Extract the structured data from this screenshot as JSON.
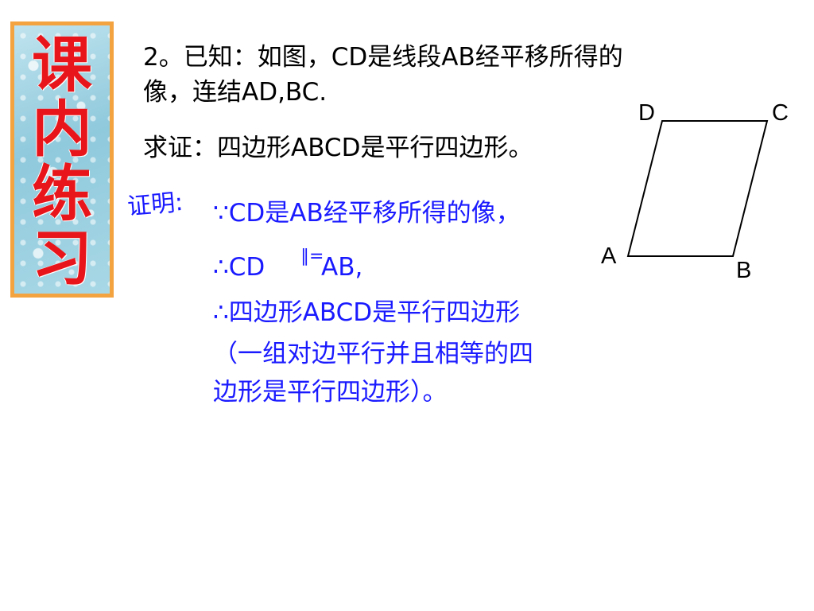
{
  "banner": {
    "chars": [
      "课",
      "内",
      "练",
      "习"
    ],
    "color": "#e8161a",
    "border_color": "#f4a341"
  },
  "problem": {
    "line1": "2。已知：如图，CD是线段AB经平移所得的",
    "line2": "像，连结AD,BC.",
    "prove": "求证：四边形ABCD是平行四边形。"
  },
  "proof": {
    "heading": "证明:",
    "line1": "∵CD是AB经平移所得的像，",
    "line2_a": "∴CD",
    "line2_sym": "∥=",
    "line2_b": "AB,",
    "line3": "∴四边形ABCD是平行四边形",
    "line4": "（一组对边平行并且相等的四",
    "line5": "边形是平行四边形）。",
    "color": "#1a1aff"
  },
  "figure": {
    "labels": {
      "A": "A",
      "B": "B",
      "C": "C",
      "D": "D"
    }
  }
}
